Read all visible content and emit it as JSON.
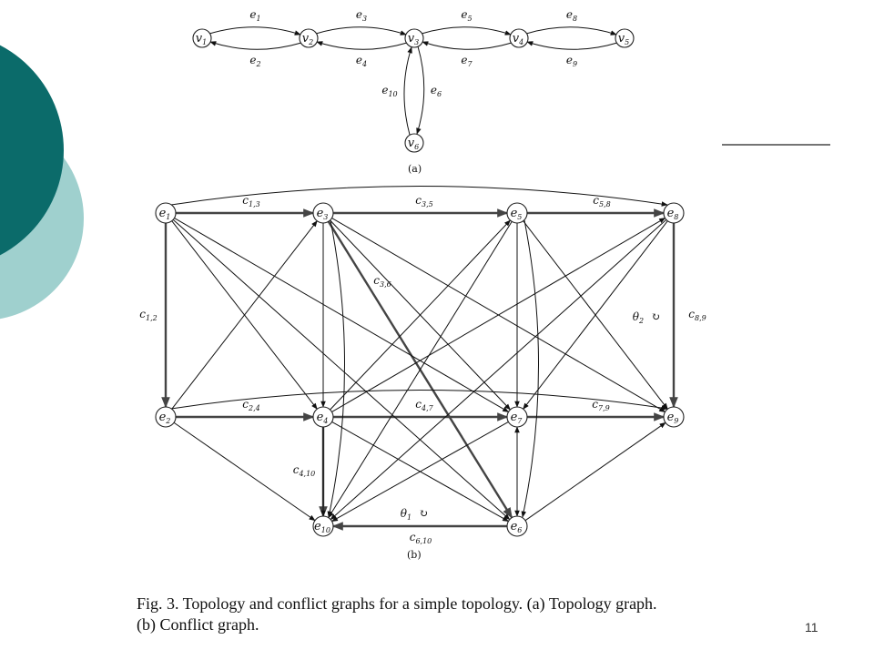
{
  "slide": {
    "page_number": "11",
    "accent_colors": {
      "dark_teal": "#0b6b6a",
      "light_teal": "#9fd0ce"
    }
  },
  "figure": {
    "panel_a_label": "(a)",
    "panel_b_label": "(b)",
    "caption_line1": "Fig. 3.   Topology and conflict graphs for a simple topology. (a) Topology graph.",
    "caption_line2": "(b) Conflict graph.",
    "topology": {
      "nodes": [
        {
          "id": "v1",
          "base": "v",
          "sub": "1"
        },
        {
          "id": "v2",
          "base": "v",
          "sub": "2"
        },
        {
          "id": "v3",
          "base": "v",
          "sub": "3"
        },
        {
          "id": "v4",
          "base": "v",
          "sub": "4"
        },
        {
          "id": "v5",
          "base": "v",
          "sub": "5"
        },
        {
          "id": "v6",
          "base": "v",
          "sub": "6"
        }
      ],
      "edges": [
        {
          "id": "e1",
          "from": "v1",
          "to": "v2",
          "base": "e",
          "sub": "1"
        },
        {
          "id": "e2",
          "from": "v2",
          "to": "v1",
          "base": "e",
          "sub": "2"
        },
        {
          "id": "e3",
          "from": "v2",
          "to": "v3",
          "base": "e",
          "sub": "3"
        },
        {
          "id": "e4",
          "from": "v3",
          "to": "v2",
          "base": "e",
          "sub": "4"
        },
        {
          "id": "e5",
          "from": "v3",
          "to": "v4",
          "base": "e",
          "sub": "5"
        },
        {
          "id": "e7",
          "from": "v4",
          "to": "v3",
          "base": "e",
          "sub": "7"
        },
        {
          "id": "e8",
          "from": "v4",
          "to": "v5",
          "base": "e",
          "sub": "8"
        },
        {
          "id": "e9",
          "from": "v5",
          "to": "v4",
          "base": "e",
          "sub": "9"
        },
        {
          "id": "e10",
          "from": "v6",
          "to": "v3",
          "base": "e",
          "sub": "10"
        },
        {
          "id": "e6",
          "from": "v3",
          "to": "v6",
          "base": "e",
          "sub": "6"
        }
      ]
    },
    "conflict": {
      "nodes": [
        {
          "id": "e1",
          "base": "e",
          "sub": "1"
        },
        {
          "id": "e3",
          "base": "e",
          "sub": "3"
        },
        {
          "id": "e5",
          "base": "e",
          "sub": "5"
        },
        {
          "id": "e8",
          "base": "e",
          "sub": "8"
        },
        {
          "id": "e2",
          "base": "e",
          "sub": "2"
        },
        {
          "id": "e4",
          "base": "e",
          "sub": "4"
        },
        {
          "id": "e7",
          "base": "e",
          "sub": "7"
        },
        {
          "id": "e9",
          "base": "e",
          "sub": "9"
        },
        {
          "id": "e10",
          "base": "e",
          "sub": "10"
        },
        {
          "id": "e6",
          "base": "e",
          "sub": "6"
        }
      ],
      "labels": [
        {
          "id": "c13",
          "base": "c",
          "sub": "1,3"
        },
        {
          "id": "c35",
          "base": "c",
          "sub": "3,5"
        },
        {
          "id": "c58",
          "base": "c",
          "sub": "5,8"
        },
        {
          "id": "c12",
          "base": "c",
          "sub": "1,2"
        },
        {
          "id": "c36",
          "base": "c",
          "sub": "3,6"
        },
        {
          "id": "c89",
          "base": "c",
          "sub": "8,9"
        },
        {
          "id": "c24",
          "base": "c",
          "sub": "2,4"
        },
        {
          "id": "c47",
          "base": "c",
          "sub": "4,7"
        },
        {
          "id": "c79",
          "base": "c",
          "sub": "7,9"
        },
        {
          "id": "c410",
          "base": "c",
          "sub": "4,10"
        },
        {
          "id": "c610",
          "base": "c",
          "sub": "6,10"
        },
        {
          "id": "theta2",
          "base": "θ",
          "sub": "2",
          "mark": "↻"
        },
        {
          "id": "theta1",
          "base": "θ",
          "sub": "1",
          "mark": "↻"
        }
      ],
      "thick_edges": [
        [
          "e1",
          "e3"
        ],
        [
          "e3",
          "e5"
        ],
        [
          "e5",
          "e8"
        ],
        [
          "e1",
          "e2"
        ],
        [
          "e8",
          "e9"
        ],
        [
          "e2",
          "e4"
        ],
        [
          "e4",
          "e7"
        ],
        [
          "e7",
          "e9"
        ],
        [
          "e4",
          "e10"
        ],
        [
          "e6",
          "e10"
        ],
        [
          "e3",
          "e6"
        ]
      ],
      "thin_edges": [
        [
          "e1",
          "e4"
        ],
        [
          "e1",
          "e7"
        ],
        [
          "e1",
          "e6"
        ],
        [
          "e2",
          "e3"
        ],
        [
          "e2",
          "e10"
        ],
        [
          "e3",
          "e4"
        ],
        [
          "e3",
          "e7"
        ],
        [
          "e3",
          "e10"
        ],
        [
          "e4",
          "e5"
        ],
        [
          "e4",
          "e8"
        ],
        [
          "e4",
          "e6"
        ],
        [
          "e5",
          "e7"
        ],
        [
          "e5",
          "e9"
        ],
        [
          "e5",
          "e10"
        ],
        [
          "e5",
          "e6"
        ],
        [
          "e8",
          "e7"
        ],
        [
          "e8",
          "e10"
        ],
        [
          "e7",
          "e10"
        ],
        [
          "e6",
          "e7"
        ],
        [
          "e6",
          "e9"
        ],
        [
          "e3",
          "e9"
        ]
      ],
      "curved_edges": [
        [
          "e1",
          "e8"
        ],
        [
          "e2",
          "e9"
        ],
        [
          "e3",
          "e10"
        ],
        [
          "e5",
          "e6"
        ]
      ]
    }
  }
}
